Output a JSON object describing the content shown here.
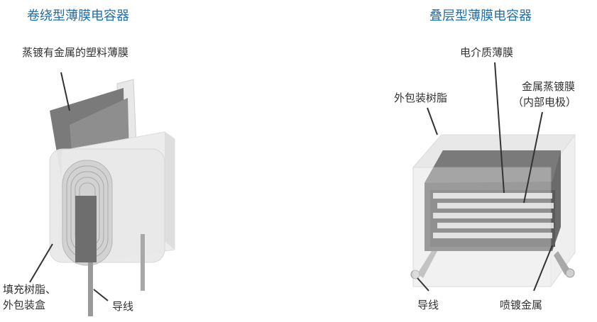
{
  "left": {
    "title": "卷绕型薄膜电容器",
    "labels": {
      "film": "蒸镀有金属的塑料薄膜",
      "resin_line1": "填充树脂、",
      "resin_line2": "外包装盒",
      "lead": "导线"
    }
  },
  "right": {
    "title": "叠层型薄膜电容器",
    "labels": {
      "dielectric": "电介质薄膜",
      "resin": "外包装树脂",
      "metal_line1": "金属蒸镀膜",
      "metal_line2": "（内部电极）",
      "lead": "导线",
      "spray": "喷镀金属"
    }
  },
  "colors": {
    "title": "#1f6fa8",
    "label": "#333333",
    "film_dark": "#6e6e6e",
    "case_fill": "#e6e6e6",
    "lead": "#999999"
  }
}
